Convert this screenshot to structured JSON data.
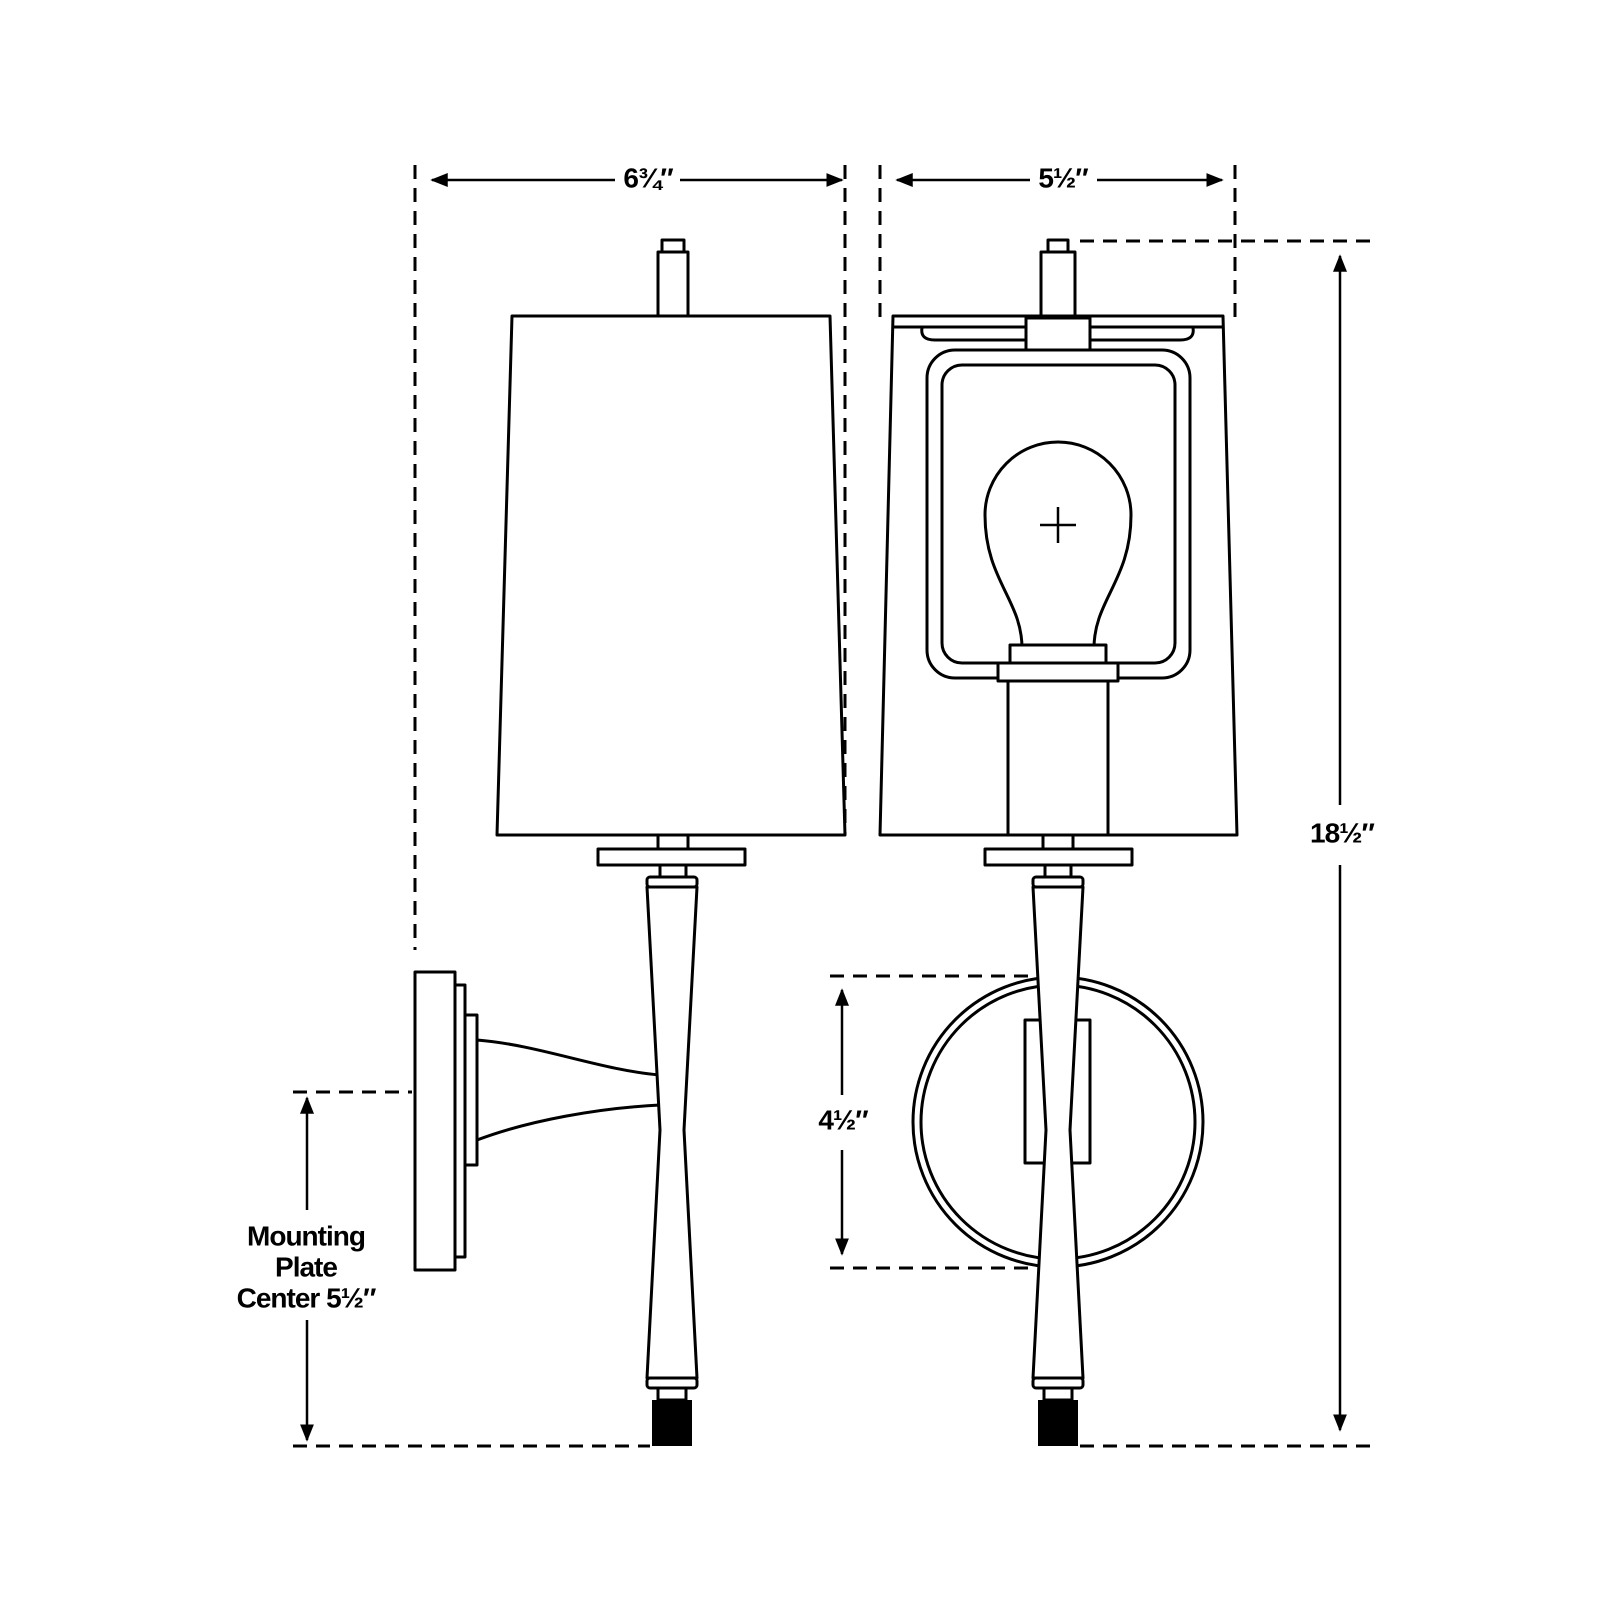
{
  "drawing": {
    "side_view": {
      "width_label": "6¾″"
    },
    "front_view": {
      "width_label": "5½″",
      "height_label": "18½″",
      "backplate_label": "4½″"
    },
    "mounting_label": {
      "line1": "Mounting",
      "line2": "Plate",
      "line3": "Center 5½″"
    }
  },
  "colors": {
    "stroke": "#000000",
    "background": "#ffffff"
  }
}
